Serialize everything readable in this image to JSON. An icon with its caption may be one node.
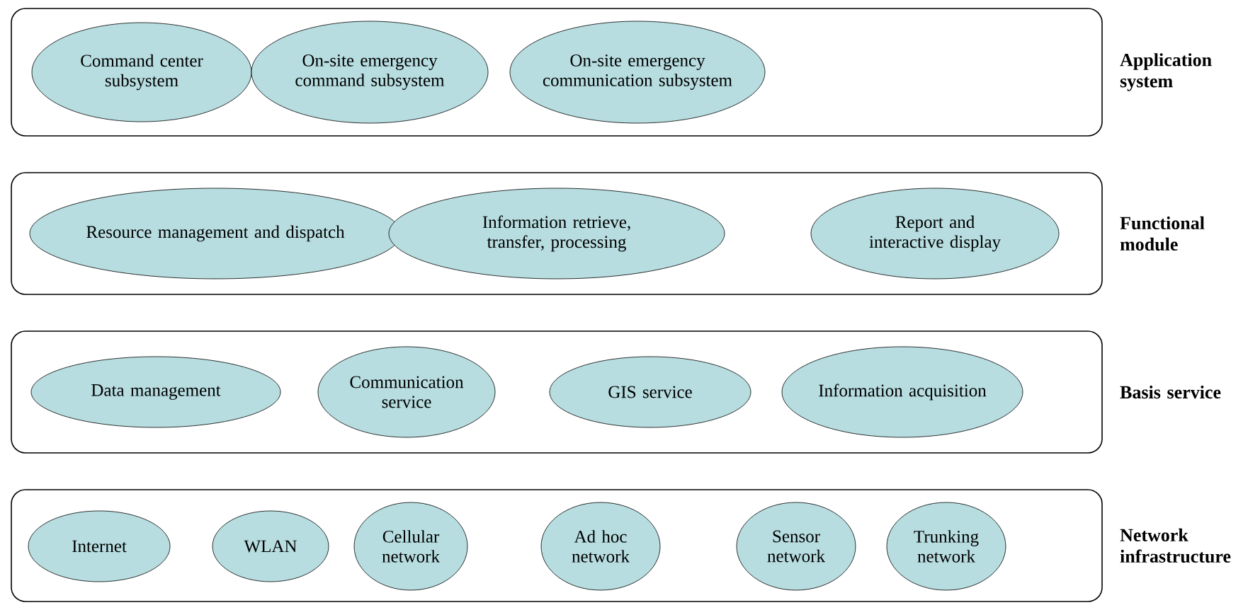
{
  "diagram": {
    "nodes": [
      {
        "text": [
          "Application system"
        ]
      },
      {
        "text": [
          "Command center subsystem"
        ],
        "in": 0
      },
      {
        "text": [
          "On-site emergency command subsystem"
        ],
        "in": 0
      },
      {
        "text": [
          "On-site emergency communication subsystem"
        ],
        "in": 0
      },
      {
        "text": [
          "Functional module"
        ]
      },
      {
        "text": [
          "Resource management and dispatch"
        ],
        "in": 4
      },
      {
        "text": [
          "Information retrieve, transfer, processing"
        ],
        "in": 4
      },
      {
        "text": [
          "Report and interactive display"
        ],
        "in": 4
      },
      {
        "text": [
          "Basis service"
        ]
      },
      {
        "text": [
          "Data management"
        ],
        "in": 8
      },
      {
        "text": [
          "Communication service"
        ],
        "in": 8
      },
      {
        "text": [
          "GIS service"
        ],
        "in": 8
      },
      {
        "text": [
          "Information acquisition"
        ],
        "in": 8
      },
      {
        "text": [
          "Network infrastructure"
        ]
      },
      {
        "text": [
          "Internet"
        ],
        "in": 13
      },
      {
        "text": [
          "WLAN"
        ],
        "in": 13
      },
      {
        "text": [
          "Cellular network"
        ],
        "in": 13
      },
      {
        "text": [
          "Ad hoc network"
        ],
        "in": 13
      },
      {
        "text": [
          "Sensor network"
        ],
        "in": 13
      },
      {
        "text": [
          "Trunking network"
        ],
        "in": 13
      }
    ],
    "edges": []
  }
}
